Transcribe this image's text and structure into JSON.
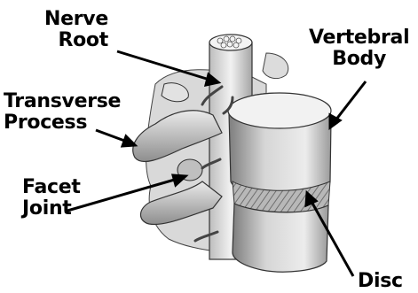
{
  "diagram": {
    "subject": "lumbar spine segment illustration",
    "labels": {
      "nerve_root": [
        "Nerve",
        "Root"
      ],
      "vertebral_body": [
        "Vertebral",
        "Body"
      ],
      "transverse_process": [
        "Transverse",
        "Process"
      ],
      "facet_joint": [
        "Facet",
        "Joint"
      ],
      "disc": [
        "Disc"
      ]
    }
  },
  "colors": {
    "text": "#000000",
    "bone_light": "#e9e9e9",
    "bone_shade": "#9a9a9a",
    "outline": "#333333"
  }
}
